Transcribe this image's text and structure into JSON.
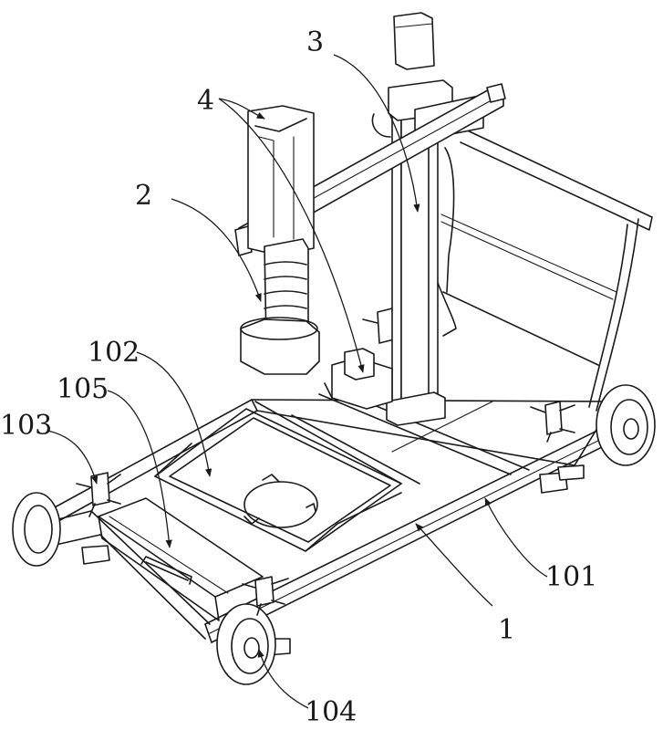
{
  "labels": {
    "l1": "1",
    "l2": "2",
    "l3": "3",
    "l4": "4",
    "l101": "101",
    "l102": "102",
    "l103": "103",
    "l104": "104",
    "l105": "105"
  }
}
